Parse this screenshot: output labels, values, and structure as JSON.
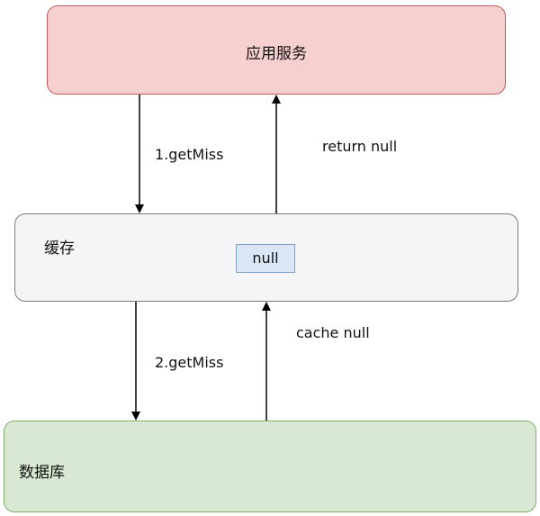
{
  "nodes": {
    "app_service": "应用服务",
    "cache": "缓存",
    "cache_value": "null",
    "database": "数据库"
  },
  "edges": {
    "get_miss_1": "1.getMiss",
    "return_null": "return null",
    "get_miss_2": "2.getMiss",
    "cache_null": "cache null"
  },
  "colors": {
    "app_service_fill": "#f6cfcf",
    "app_service_border": "#c05a5a",
    "cache_fill": "#f5f5f7",
    "cache_border": "#7a7a7a",
    "cache_value_fill": "#dbe7f7",
    "cache_value_border": "#7f9fc7",
    "database_fill": "#d8e8d2",
    "database_border": "#7fae6c",
    "arrow": "#000000"
  }
}
